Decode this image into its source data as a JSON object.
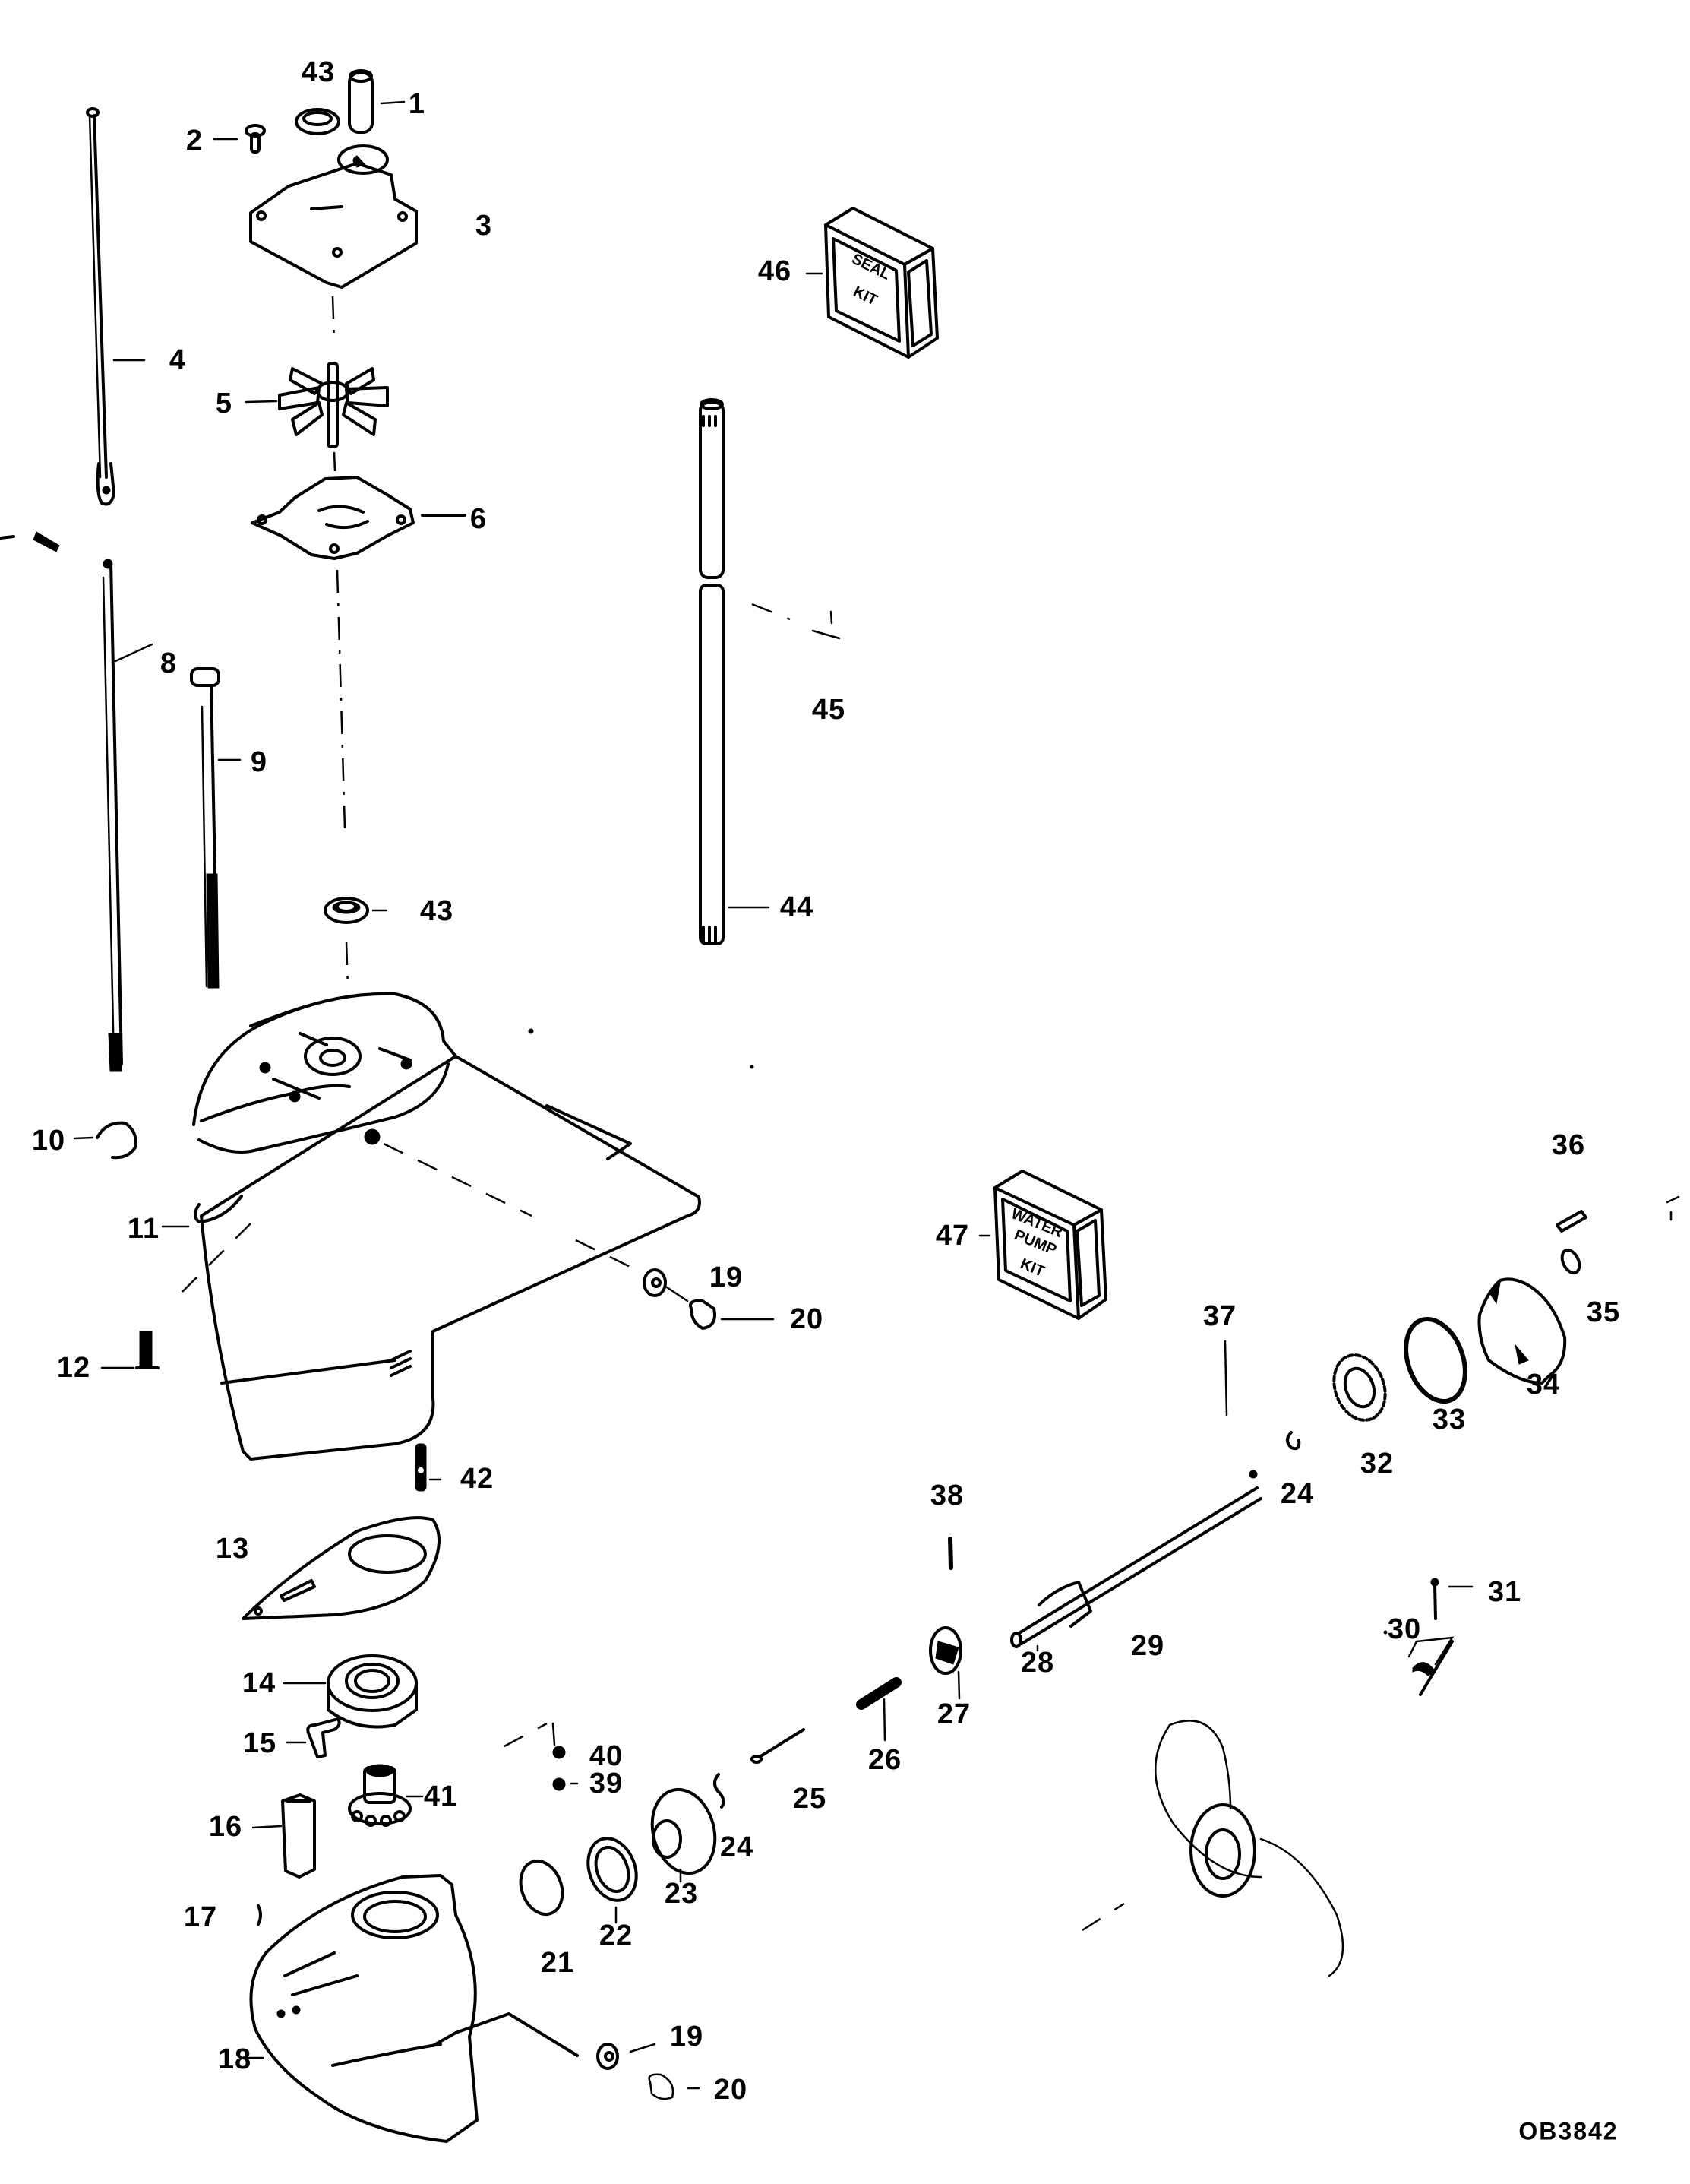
{
  "diagram": {
    "type": "exploded-parts-diagram",
    "subject": "Outboard gear housing and water pump",
    "figure_id": "OB3842",
    "kits": {
      "seal_kit": {
        "callout": "46",
        "lines": [
          "SEAL",
          "KIT"
        ]
      },
      "water_pump_kit": {
        "callout": "47",
        "lines": [
          "WATER",
          "PUMP",
          "KIT"
        ]
      }
    },
    "callouts": [
      {
        "id": "c43a",
        "label": "43"
      },
      {
        "id": "c1",
        "label": "1"
      },
      {
        "id": "c2",
        "label": "2"
      },
      {
        "id": "c3",
        "label": "3"
      },
      {
        "id": "c4",
        "label": "4"
      },
      {
        "id": "c5",
        "label": "5"
      },
      {
        "id": "c6",
        "label": "6"
      },
      {
        "id": "c8",
        "label": "8"
      },
      {
        "id": "c9",
        "label": "9"
      },
      {
        "id": "c43b",
        "label": "43"
      },
      {
        "id": "c44",
        "label": "44"
      },
      {
        "id": "c45",
        "label": "45"
      },
      {
        "id": "c46",
        "label": "46"
      },
      {
        "id": "c10",
        "label": "10"
      },
      {
        "id": "c11",
        "label": "11"
      },
      {
        "id": "c12",
        "label": "12"
      },
      {
        "id": "c19a",
        "label": "19"
      },
      {
        "id": "c20a",
        "label": "20"
      },
      {
        "id": "c42",
        "label": "42"
      },
      {
        "id": "c13",
        "label": "13"
      },
      {
        "id": "c14",
        "label": "14"
      },
      {
        "id": "c15",
        "label": "15"
      },
      {
        "id": "c16",
        "label": "16"
      },
      {
        "id": "c17",
        "label": "17"
      },
      {
        "id": "c18",
        "label": "18"
      },
      {
        "id": "c41",
        "label": "41"
      },
      {
        "id": "c40",
        "label": "40"
      },
      {
        "id": "c39",
        "label": "39"
      },
      {
        "id": "c21",
        "label": "21"
      },
      {
        "id": "c22",
        "label": "22"
      },
      {
        "id": "c23",
        "label": "23"
      },
      {
        "id": "c24a",
        "label": "24"
      },
      {
        "id": "c25",
        "label": "25"
      },
      {
        "id": "c26",
        "label": "26"
      },
      {
        "id": "c27",
        "label": "27"
      },
      {
        "id": "c28",
        "label": "28"
      },
      {
        "id": "c29",
        "label": "29"
      },
      {
        "id": "c30",
        "label": "30"
      },
      {
        "id": "c31",
        "label": "31"
      },
      {
        "id": "c38",
        "label": "38"
      },
      {
        "id": "c24b",
        "label": "24"
      },
      {
        "id": "c32",
        "label": "32"
      },
      {
        "id": "c33",
        "label": "33"
      },
      {
        "id": "c34",
        "label": "34"
      },
      {
        "id": "c35",
        "label": "35"
      },
      {
        "id": "c36",
        "label": "36"
      },
      {
        "id": "c37",
        "label": "37"
      },
      {
        "id": "c47",
        "label": "47"
      },
      {
        "id": "c19b",
        "label": "19"
      },
      {
        "id": "c20b",
        "label": "20"
      }
    ]
  }
}
